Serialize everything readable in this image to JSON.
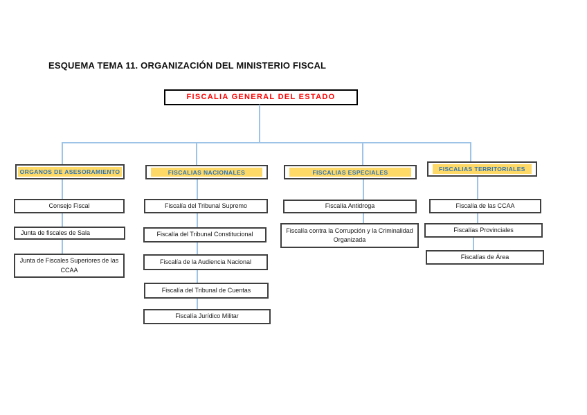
{
  "page": {
    "title": "ESQUEMA TEMA 11. ORGANIZACIÓN DEL MINISTERIO FISCAL"
  },
  "root": {
    "label": "FISCALIA GENERAL DEL ESTADO"
  },
  "columns": [
    {
      "header": "ORGANOS DE ASESORAMIENTO",
      "items": [
        "Consejo Fiscal",
        "Junta de fiscales de Sala",
        "Junta de Fiscales Superiores de las CCAA"
      ]
    },
    {
      "header": "FISCALIAS NACIONALES",
      "items": [
        "Fiscalía del Tribunal Supremo",
        "Fiscalía del Tribunal Constitucional",
        "Fiscalía de la Audiencia Nacional",
        "Fiscalía del Tribunal de Cuentas",
        "Fiscalía Jurídico Militar"
      ]
    },
    {
      "header": "FISCALIAS ESPECIALES",
      "items": [
        "Fiscalía Antidroga",
        "Fiscalía contra la Corrupción y la Criminalidad Organizada"
      ]
    },
    {
      "header": "FISCALIAS TERRITORIALES",
      "items": [
        "Fiscalía de las CCAA",
        "Fiscalías Provinciales",
        "Fiscalías de Área"
      ]
    }
  ],
  "colors": {
    "red": "#ff0000",
    "blue": "#2e75b6",
    "yellow": "#ffd966",
    "connector": "#9dc3e6"
  }
}
